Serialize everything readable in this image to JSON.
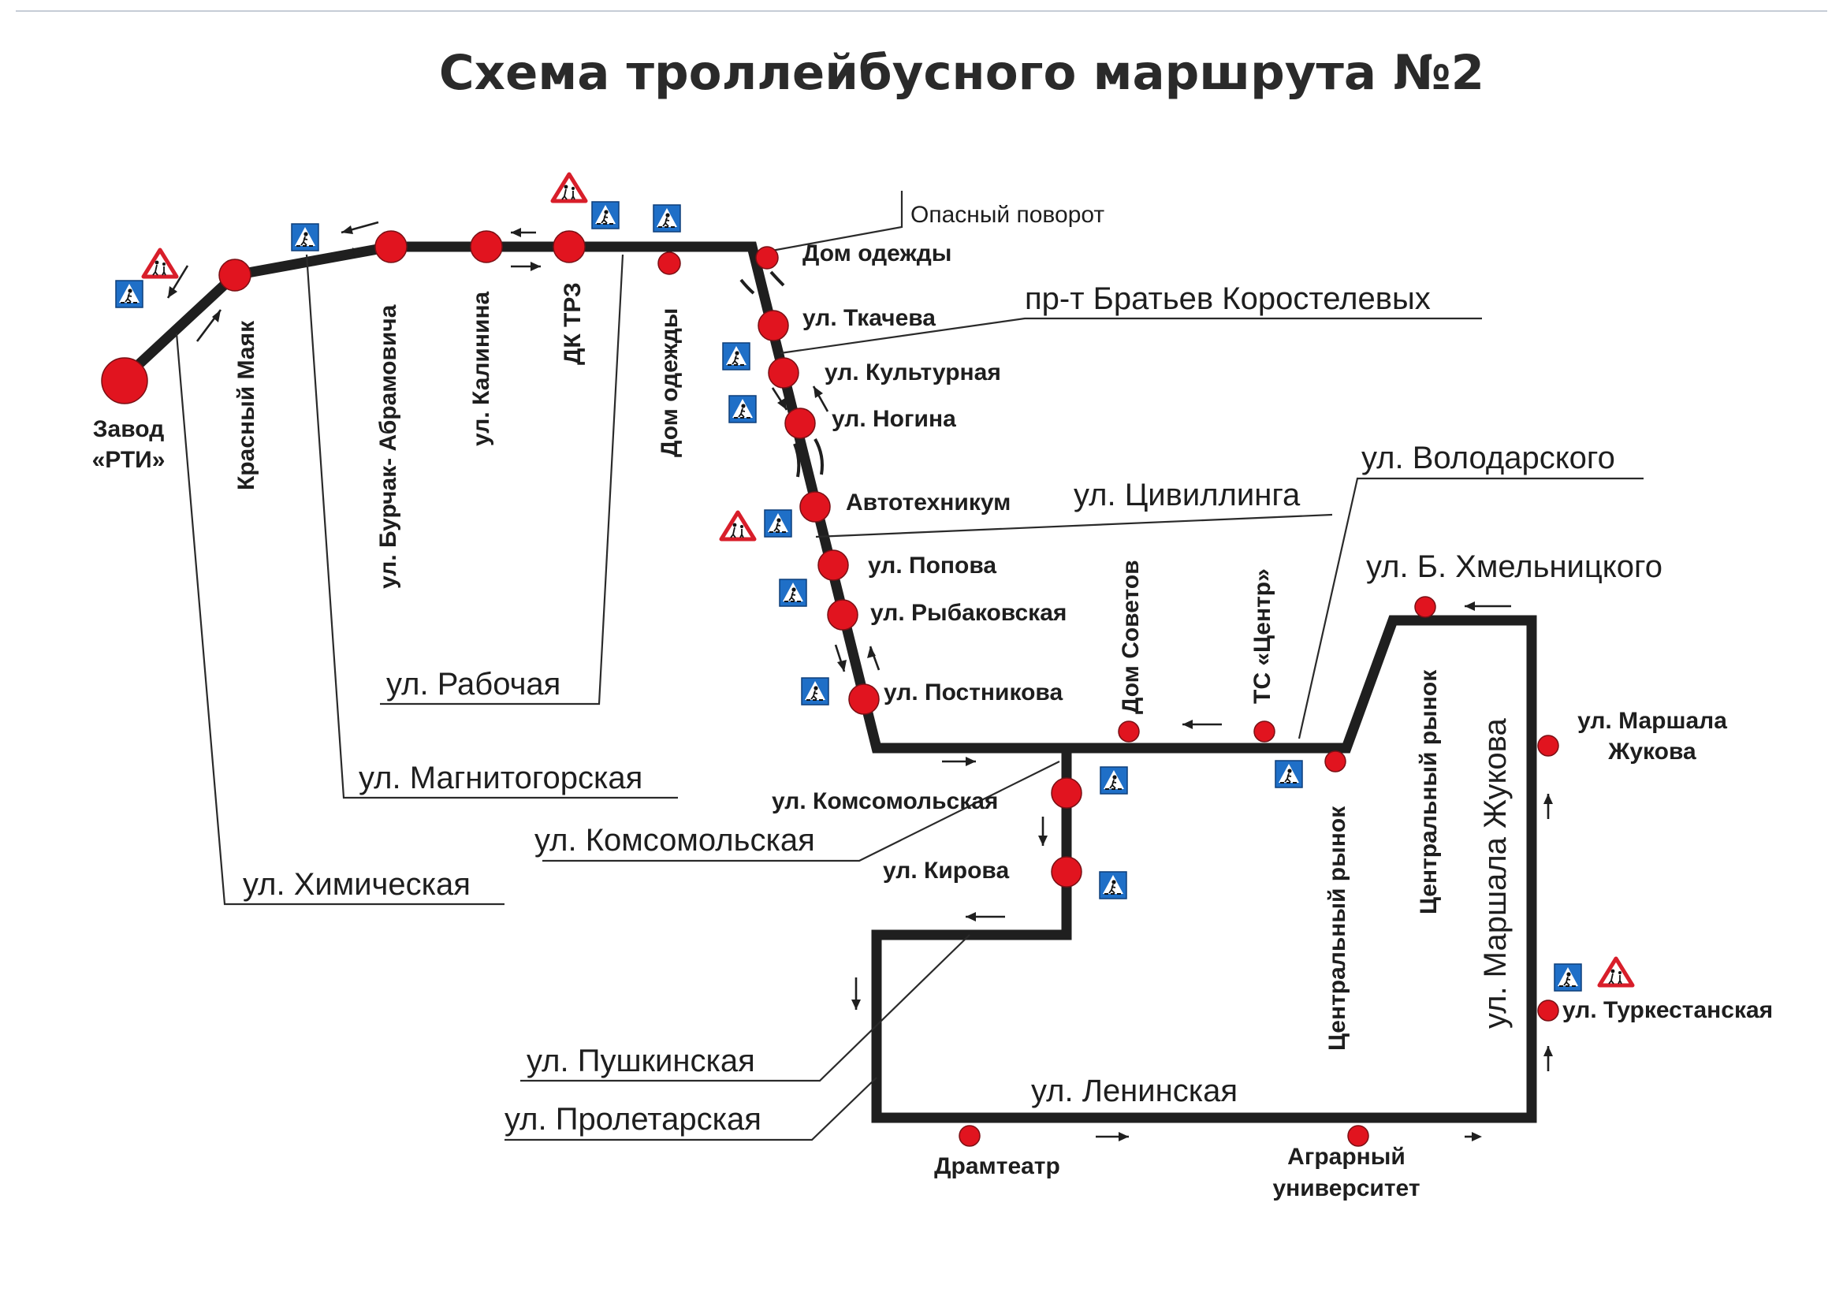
{
  "title": "Схема троллейбусного маршрута №2",
  "danger_note": "Опасный поворот",
  "colors": {
    "route": "#1f1f1f",
    "stop": "#e1141f",
    "crossing_sign": "#1f6fc7",
    "warning_sign": "#d81e2a"
  },
  "icons": {
    "crossing": "pedestrian-crossing-sign-icon",
    "warning": "children-warning-sign-icon",
    "direction": "direction-arrow-icon"
  },
  "stops": [
    {
      "id": "zavod-rti",
      "label": "Завод «РТИ»",
      "lines": [
        "Завод",
        "«РТИ»"
      ]
    },
    {
      "id": "krasny-mayak",
      "label": "Красный Маяк"
    },
    {
      "id": "burchak",
      "label": "ул. Бурчак- Абрамовича"
    },
    {
      "id": "kalinina",
      "label": "ул. Калинина"
    },
    {
      "id": "dk-trz",
      "label": "ДК ТРЗ"
    },
    {
      "id": "dom-odezhdy-1",
      "label": "Дом одежды"
    },
    {
      "id": "dom-odezhdy-2",
      "label": "Дом одежды"
    },
    {
      "id": "tkacheva",
      "label": "ул. Ткачева"
    },
    {
      "id": "kulturnaya",
      "label": "ул. Культурная"
    },
    {
      "id": "nogina",
      "label": "ул. Ногина"
    },
    {
      "id": "avtotekhnikum",
      "label": "Автотехникум"
    },
    {
      "id": "popova",
      "label": "ул. Попова"
    },
    {
      "id": "rybakovskaya",
      "label": "ул. Рыбаковская"
    },
    {
      "id": "postnikova",
      "label": "ул. Постникова"
    },
    {
      "id": "dom-sovetov",
      "label": "Дом Советов"
    },
    {
      "id": "ts-centr",
      "label": "ТС «Центр»"
    },
    {
      "id": "centr-rynok-1",
      "label": "Центральный рынок"
    },
    {
      "id": "centr-rynok-2",
      "label": "Центральный рынок"
    },
    {
      "id": "komsomolskaya",
      "label": "ул. Комсомольская"
    },
    {
      "id": "kirova",
      "label": "ул. Кирова"
    },
    {
      "id": "marshala-zhukova",
      "label": "ул. Маршала Жукова",
      "lines": [
        "ул. Маршала",
        "Жукова"
      ]
    },
    {
      "id": "turkestanskaya",
      "label": "ул. Туркестанская"
    },
    {
      "id": "dramteatr",
      "label": "Драмтеатр"
    },
    {
      "id": "agrarny",
      "label": "Аграрный университет",
      "lines": [
        "Аграрный",
        "университет"
      ]
    }
  ],
  "streets": {
    "bratiev": "пр-т Братьев Коростелевых",
    "volodarskogo": "ул. Володарского",
    "civillinga": "ул. Цивиллинга",
    "khmelnitskogo": "ул. Б. Хмельницкого",
    "rabochaya": "ул. Рабочая",
    "magnitogorskaya": "ул. Магнитогорская",
    "komsomolskaya": "ул. Комсомольская",
    "khimicheskaya": "ул. Химическая",
    "pushkinskaya": "ул. Пушкинская",
    "proletarskaya": "ул. Пролетарская",
    "leninskaya": "ул. Ленинская",
    "marshala_zhukova": "ул. Маршала Жукова"
  }
}
